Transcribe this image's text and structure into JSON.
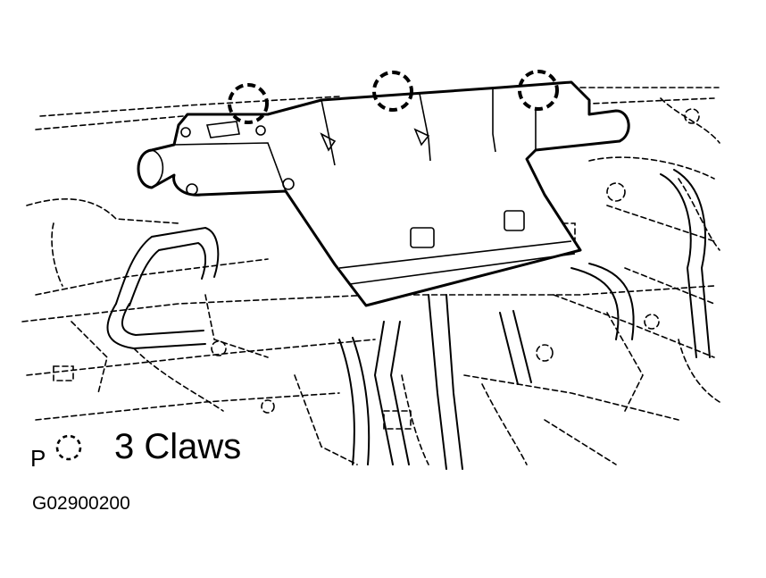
{
  "diagram": {
    "legend": {
      "prefix": "P",
      "text": "3 Claws",
      "symbol_icon": "dashed-circle-icon"
    },
    "figure_code": "G02900200",
    "claw_count": 3,
    "colors": {
      "ink": "#000000",
      "background": "#ffffff"
    }
  }
}
